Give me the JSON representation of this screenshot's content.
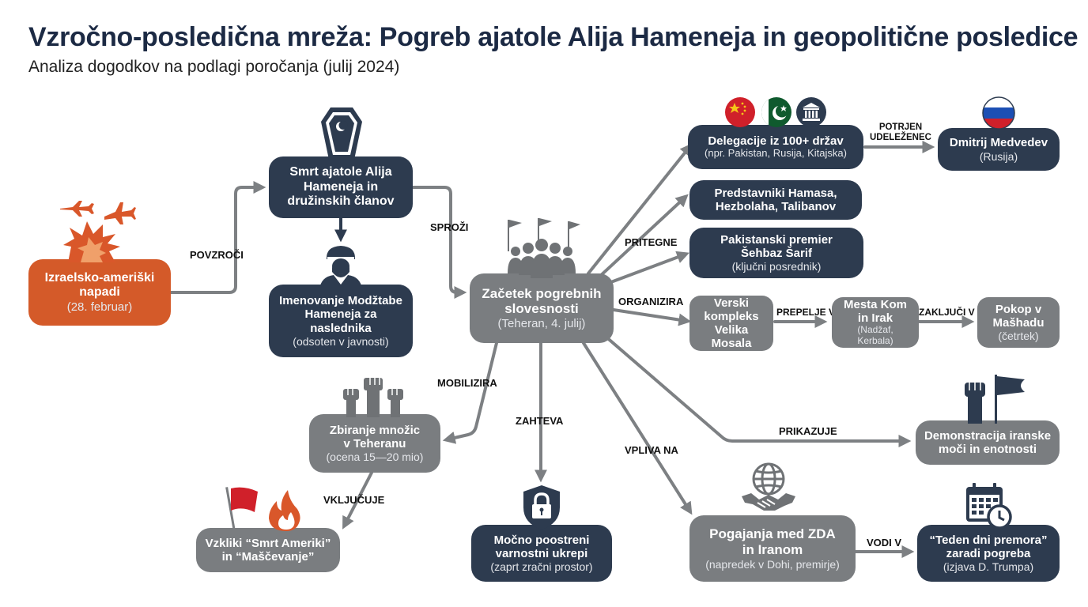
{
  "header": {
    "title": "Vzročno-posledična mreža: Pogreb ajatole Alija Hameneja in geopolitične posledice",
    "subtitle": "Analiza dogodkov na podlagi poročanja (julij 2024)"
  },
  "colors": {
    "dark_node": "#2d3b4f",
    "gray_node": "#7a7d80",
    "orange_node": "#d45a29",
    "arrow": "#7d8083",
    "icon_dark": "#2d3b4f",
    "icon_gray": "#6f7275",
    "icon_orange": "#d9572a",
    "flag_red": "#d0202a"
  },
  "nodes": {
    "attacks": {
      "title": "Izraelsko-ameriški\nnapadi",
      "sub": "(28. februar)"
    },
    "death": {
      "title": "Smrt ajatole Alija\nHameneja in\ndružinskih članov",
      "sub": ""
    },
    "successor": {
      "title": "Imenovanje Modžtabe\nHameneja za\nnaslednika",
      "sub": "(odsoten v javnosti)"
    },
    "funeral": {
      "title": "Začetek pogrebnih\nslovesnosti",
      "sub": "(Teheran, 4. julij)"
    },
    "crowds": {
      "title": "Zbiranje množic\nv Teheranu",
      "sub": "(ocena 15—20 mio)"
    },
    "chants": {
      "title": "Vzkliki “Smrt Ameriki”\nin “Maščevanje”",
      "sub": ""
    },
    "security": {
      "title": "Močno poostreni\nvarnostni ukrepi",
      "sub": "(zaprt zračni prostor)"
    },
    "delegations": {
      "title": "Delegacije iz 100+ držav",
      "sub": "(npr. Pakistan, Rusija, Kitajska)"
    },
    "medvedev": {
      "title": "Dmitrij Medvedev",
      "sub": "(Rusija)"
    },
    "hamas": {
      "title": "Predstavniki Hamasa,\nHezbolaha, Talibanov",
      "sub": ""
    },
    "sharif": {
      "title": "Pakistanski premier\nŠehbaz Šarif",
      "sub": "(ključni posrednik)"
    },
    "mosala": {
      "title": "Verski\nkompleks\nVelika Mosala",
      "sub": ""
    },
    "qom": {
      "title": "Mesta Kom\nin Irak",
      "sub": "(Nadžaf, Kerbala)"
    },
    "burial": {
      "title": "Pokop v\nMašhadu",
      "sub": "(četrtek)"
    },
    "demonstration": {
      "title": "Demonstracija iranske\nmoči in enotnosti",
      "sub": ""
    },
    "negotiations": {
      "title": "Pogajanja med ZDA\nin Iranom",
      "sub": "(napredek v Dohi, premirje)"
    },
    "pause": {
      "title": "“Teden dni premora”\nzaradi pogreba",
      "sub": "(izjava D. Trumpa)"
    }
  },
  "edges": {
    "povzroci": "POVZROČI",
    "sprozi": "SPROŽI",
    "mobilizira": "MOBILIZIRA",
    "vkljucuje": "VKLJUČUJE",
    "zahteva": "ZAHTEVA",
    "vpliva_na": "VPLIVA NA",
    "pritegne": "PRITEGNE",
    "organizira": "ORGANIZIRA",
    "prikazuje": "PRIKAZUJE",
    "potrjen_udelezenec": "POTRJEN\nUDELEŽENEC",
    "prepelje_v": "PREPELJE V",
    "zakljuci_v": "ZAKLJUČI V",
    "vodi_v": "VODI V"
  },
  "icons": [
    "fighter-jets-explosion-icon",
    "coffin-icon",
    "cleric-icon",
    "crowd-flags-icon",
    "raised-fists-icon",
    "flag-fire-icon",
    "security-shield-icon",
    "china-flag-icon",
    "pakistan-flag-icon",
    "institution-icon",
    "russia-flag-icon",
    "fist-flag-icon",
    "handshake-globe-icon",
    "calendar-clock-icon"
  ]
}
